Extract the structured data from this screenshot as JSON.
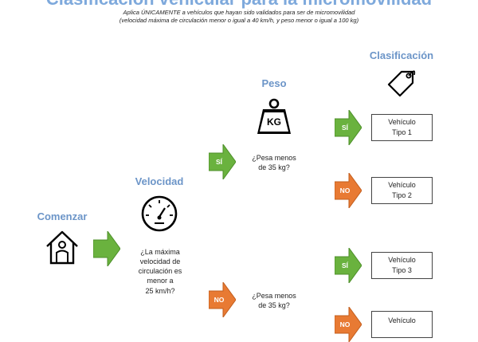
{
  "header": {
    "title": "Clasificación vehicular para la micromovilidad",
    "note_line1": "Aplica ÚNICAMENTE a vehículos que hayan sido validados para ser de micromovilidad",
    "note_line2": "(velocidad máxima de circulación menor o igual a 40 km/h, y peso menor o igual a 100 kg)"
  },
  "stages": {
    "start": "Comenzar",
    "speed": "Velocidad",
    "weight": "Peso",
    "classification": "Clasificación"
  },
  "icons": {
    "start": "house-icon",
    "speed": "speedometer-icon",
    "weight": "weight-kg-icon",
    "classification": "tag-icon"
  },
  "weight_icon_text": "KG",
  "questions": {
    "speed_q": [
      "¿La máxima",
      "velocidad de",
      "circulación es",
      "menor a",
      "25 km/h?"
    ],
    "weight_q_top": [
      "¿Pesa menos",
      "de 35 kg?"
    ],
    "weight_q_bottom": [
      "¿Pesa menos",
      "de 35 kg?"
    ]
  },
  "arrows": {
    "start": "",
    "speed_yes": "SÍ",
    "speed_no": "NO",
    "w1_yes": "SÍ",
    "w1_no": "NO",
    "w2_yes": "SÍ",
    "w2_no": "NO"
  },
  "results": [
    {
      "line1": "Vehículo",
      "line2": "Tipo 1"
    },
    {
      "line1": "Vehículo",
      "line2": "Tipo 2"
    },
    {
      "line1": "Vehículo",
      "line2": "Tipo 3"
    },
    {
      "line1": "Vehículo",
      "line2": ""
    }
  ],
  "colors": {
    "green": "#6ab23e",
    "orange": "#e87a33",
    "heading_blue": "#6c95c8"
  }
}
